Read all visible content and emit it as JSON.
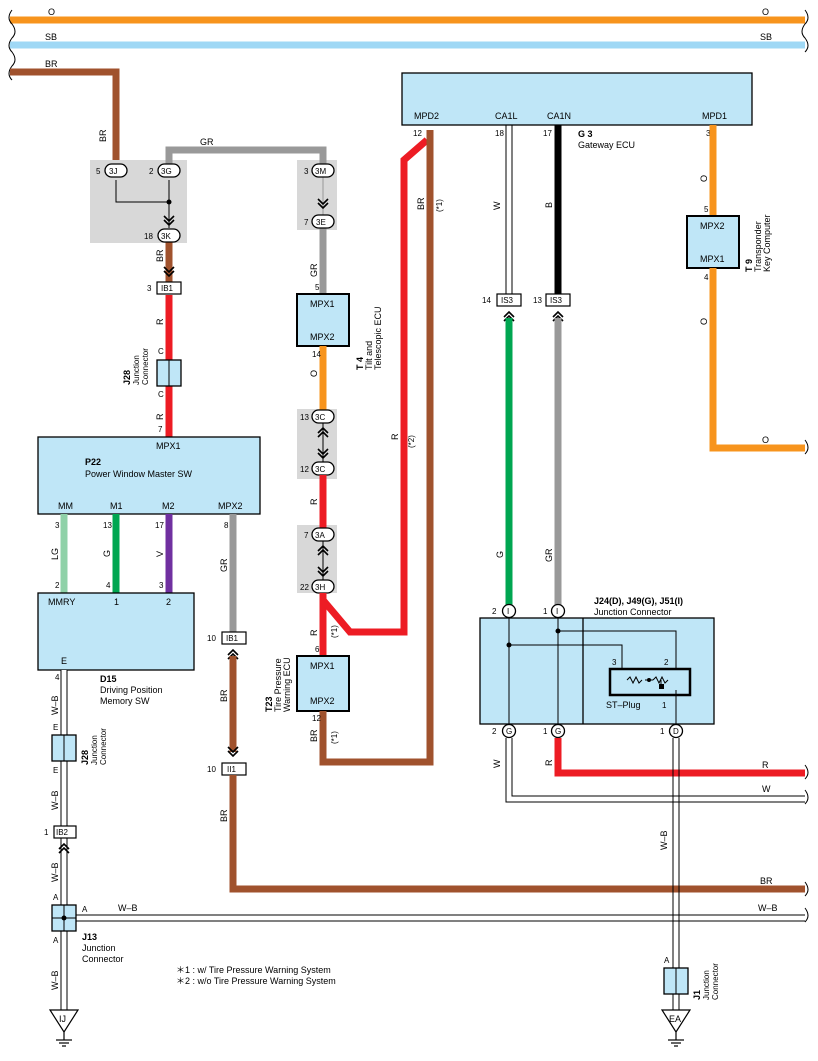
{
  "colors": {
    "orange": "#f7941d",
    "sky_blue": "#9fd8f5",
    "brown": "#a0522d",
    "red": "#ed1c24",
    "green": "#00a651",
    "light_green": "#8fd1a8",
    "purple": "#7030a0",
    "gray": "#999999",
    "black": "#000000",
    "component_fill": "#bfe6f7",
    "connector_group_fill": "#d8d8d8"
  },
  "buses": {
    "o_label": "O",
    "sb_label": "SB",
    "br_label": "BR",
    "w_label": "W",
    "r_label": "R",
    "wb_label": "W–B"
  },
  "wire_labels": {
    "br": "BR",
    "gr": "GR",
    "r": "R",
    "o": "O",
    "w": "W",
    "b": "B",
    "g": "G",
    "lg": "LG",
    "v": "V",
    "wb": "W–B",
    "star1": "(*1)",
    "star2": "(*2)"
  },
  "components": {
    "g3": {
      "id": "G 3",
      "name": "Gateway ECU",
      "pins": {
        "mpd2": "MPD2",
        "ca1l": "CA1L",
        "ca1n": "CA1N",
        "mpd1": "MPD1"
      },
      "pin_nums": {
        "mpd2": "12",
        "ca1l": "18",
        "ca1n": "17",
        "mpd1": "3"
      }
    },
    "p22": {
      "id": "P22",
      "name": "Power Window Master SW",
      "top_pin": "MPX1",
      "top_pin_num": "7",
      "pins": {
        "mm": "MM",
        "m1": "M1",
        "m2": "M2",
        "mpx2": "MPX2"
      },
      "pin_nums": {
        "mm": "3",
        "m1": "13",
        "m2": "17",
        "mpx2": "8"
      }
    },
    "d15": {
      "id": "D15",
      "name_1": "Driving Position",
      "name_2": "Memory SW",
      "pins": {
        "mmry": "MMRY",
        "p1": "1",
        "p2": "2",
        "e": "E"
      },
      "pin_nums": {
        "mmry": "2",
        "p1": "4",
        "p2": "3"
      }
    },
    "t4": {
      "id": "T 4",
      "name_1": "Tilt and",
      "name_2": "Telescopic ECU",
      "mpx1": "MPX1",
      "mpx2": "MPX2",
      "pin_top": "5",
      "pin_bot": "14"
    },
    "t23": {
      "id": "T23",
      "name_1": "Tire Pressure",
      "name_2": "Warning ECU",
      "mpx1": "MPX1",
      "mpx2": "MPX2",
      "pin_top": "6",
      "pin_bot": "12"
    },
    "t9": {
      "id": "T 9",
      "name_1": "Transponder",
      "name_2": "Key Computer",
      "mpx2": "MPX2",
      "mpx1": "MPX1",
      "pin_top": "5",
      "pin_bot": "4"
    },
    "j24": {
      "id": "J24(D), J49(G), J51(I)",
      "name": "Junction Connector",
      "st_plug": "ST–Plug",
      "st_pins": [
        "3",
        "2",
        "1"
      ]
    },
    "j28a": {
      "id": "J28",
      "name_1": "Junction",
      "name_2": "Connector",
      "pin": "C"
    },
    "j28b": {
      "id": "J28",
      "name_1": "Junction",
      "name_2": "Connector",
      "pin": "E"
    },
    "j13": {
      "id": "J13",
      "name_1": "Junction",
      "name_2": "Connector",
      "pin": "A"
    },
    "j1": {
      "id": "J1",
      "name_1": "Junction",
      "name_2": "Connector",
      "pin": "A"
    }
  },
  "connectors": {
    "c3j": {
      "num": "5",
      "code": "3J"
    },
    "c3g": {
      "num": "2",
      "code": "3G"
    },
    "c3k": {
      "num": "18",
      "code": "3K"
    },
    "c3m": {
      "num": "3",
      "code": "3M"
    },
    "c3e": {
      "num": "7",
      "code": "3E"
    },
    "c3c_a": {
      "num": "13",
      "code": "3C"
    },
    "c3c_b": {
      "num": "12",
      "code": "3C"
    },
    "c3a": {
      "num": "7",
      "code": "3A"
    },
    "c3h": {
      "num": "22",
      "code": "3H"
    },
    "ib1_a": {
      "num": "3",
      "code": "IB1"
    },
    "ib1_b": {
      "num": "10",
      "code": "IB1"
    },
    "ii1": {
      "num": "10",
      "code": "II1"
    },
    "ib2": {
      "num": "1",
      "code": "IB2"
    },
    "is3_a": {
      "num": "14",
      "code": "IS3"
    },
    "is3_b": {
      "num": "13",
      "code": "IS3"
    },
    "j_i1": {
      "num": "2",
      "code": "I"
    },
    "j_i2": {
      "num": "1",
      "code": "I"
    },
    "j_g1": {
      "num": "2",
      "code": "G"
    },
    "j_g2": {
      "num": "1",
      "code": "G"
    },
    "j_d": {
      "num": "1",
      "code": "D"
    }
  },
  "grounds": {
    "ij": "IJ",
    "ea": "EA"
  },
  "notes": {
    "n1": "＊1 : w/ Tire Pressure Warning System",
    "n2": "＊2 : w/o Tire Pressure Warning System"
  }
}
